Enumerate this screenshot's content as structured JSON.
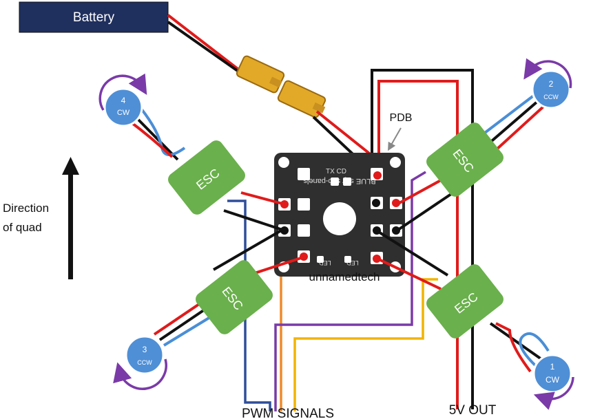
{
  "battery": {
    "label": "Battery",
    "fill": "#1f2f5e"
  },
  "pdb": {
    "label": "PDB",
    "board_text": "BLUE sky sub-panels",
    "tx_label": "TX CD",
    "led_label": "LED",
    "watermark": "unnamedtech"
  },
  "esc_label": "ESC",
  "motors": [
    {
      "num": "1",
      "dir": "CW"
    },
    {
      "num": "2",
      "dir": "CCW"
    },
    {
      "num": "3",
      "dir": "CCW"
    },
    {
      "num": "4",
      "dir": "CW"
    }
  ],
  "direction_label": {
    "line1": "Direction",
    "line2": "of quad"
  },
  "pwm_label": "PWM SIGNALS",
  "v5_label": "5V OUT",
  "colors": {
    "esc": "#6ab04c",
    "motor": "#4f8fd6",
    "arrow_rotation": "#7a3aa8",
    "wire_red": "#e01b1b",
    "wire_black": "#111111",
    "wire_blue": "#4a8ed6",
    "signal_blue": "#2f4f9a",
    "signal_orange": "#f08a2a",
    "signal_purple": "#7a3aa8",
    "signal_yellow": "#f2b400",
    "board": "#2f2f2f"
  }
}
